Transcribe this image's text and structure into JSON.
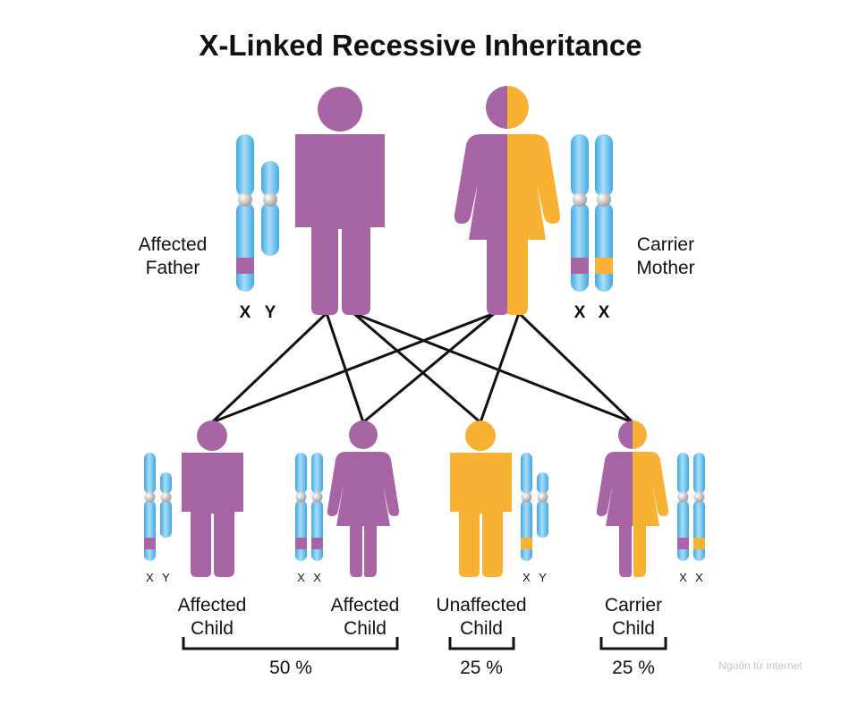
{
  "title": "X-Linked Recessive Inheritance",
  "colors": {
    "affected": "#A865A6",
    "unaffected": "#F8B133",
    "chromosome": "#6FC4EE",
    "centromere": "#CFCFCF",
    "line": "#111111"
  },
  "parents": {
    "father": {
      "label_line1": "Affected",
      "label_line2": "Father",
      "chromosomes": [
        "X",
        "Y"
      ]
    },
    "mother": {
      "label_line1": "Carrier",
      "label_line2": "Mother",
      "chromosomes": [
        "X",
        "X"
      ]
    }
  },
  "children": [
    {
      "label_line1": "Affected",
      "label_line2": "Child",
      "chromosomes": [
        "X",
        "Y"
      ]
    },
    {
      "label_line1": "Affected",
      "label_line2": "Child",
      "chromosomes": [
        "X",
        "X"
      ]
    },
    {
      "label_line1": "Unaffected",
      "label_line2": "Child",
      "chromosomes": [
        "X",
        "Y"
      ]
    },
    {
      "label_line1": "Carrier",
      "label_line2": "Child",
      "chromosomes": [
        "X",
        "X"
      ]
    }
  ],
  "groups": [
    {
      "percent": "50 %"
    },
    {
      "percent": "25 %"
    },
    {
      "percent": "25 %"
    }
  ],
  "credit": "Nguồn từ internet"
}
